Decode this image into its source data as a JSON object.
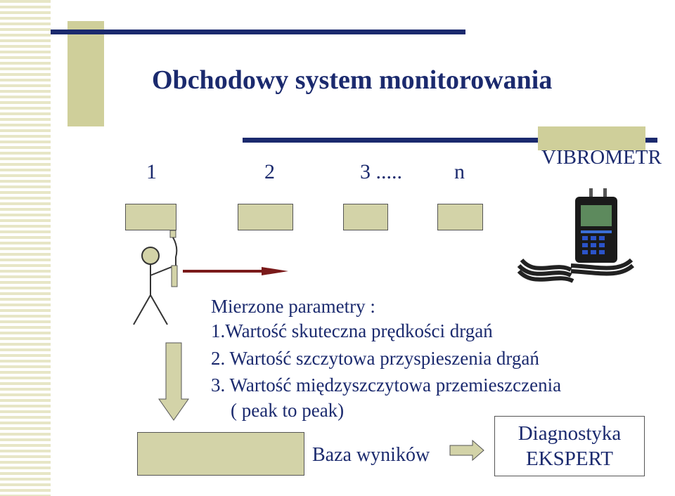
{
  "title": "Obchodowy system monitorowania",
  "points": [
    {
      "label": "1"
    },
    {
      "label": "2"
    },
    {
      "label": "3 ....."
    },
    {
      "label": "n"
    }
  ],
  "device": {
    "label": "VIBROMETR"
  },
  "parameters": {
    "heading": "Mierzone parametry :",
    "items": [
      "1.Wartość skuteczna prędkości drgań",
      "2. Wartość szczytowa przyspieszenia drgań",
      "3. Wartość międzyszczytowa przemieszczenia",
      "( peak to peak)"
    ]
  },
  "results_label": "Baza wyników",
  "diagnostics": {
    "line1": "Diagnostyka",
    "line2": "EKSPERT"
  },
  "colors": {
    "text": "#1b2a6e",
    "box_fill": "#d3d3a8",
    "accent": "#cfcf9a",
    "arrow": "#7a1a1a"
  }
}
